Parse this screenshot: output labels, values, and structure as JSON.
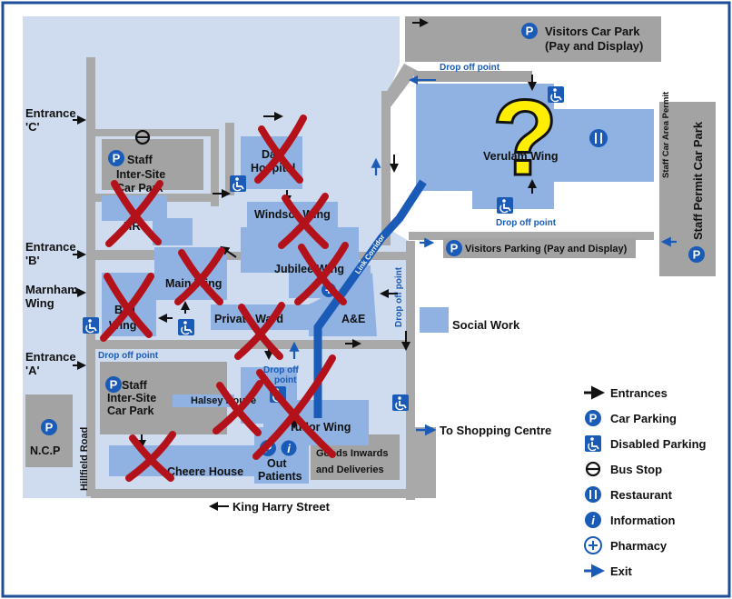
{
  "streets": {
    "hillfield": "Hillfield Road",
    "king_harry": "King Harry Street"
  },
  "entrances": {
    "c_line1": "Entrance",
    "c_line2": "'C'",
    "b_line1": "Entrance",
    "b_line2": "'B'",
    "a_line1": "Entrance",
    "a_line2": "'A'"
  },
  "buildings": {
    "staff_north_1": "Staff",
    "staff_north_2": "Inter-Site",
    "staff_north_3": "Car Park",
    "hr": "HR",
    "day_hosp_1": "Day",
    "day_hosp_2": "Hospital",
    "windsor": "Windsor Wing",
    "jubilee": "Jubilee Wing",
    "main_wing": "Main Wing",
    "marnham_1": "Marnham",
    "marnham_2": "Wing",
    "bell_1": "Bell",
    "bell_2": "Wing",
    "private_ward": "Private Ward",
    "ae": "A&E",
    "verulam": "Verulam Wing",
    "social_work": "Social Work",
    "staff_south_1": "Staff",
    "staff_south_2": "Inter-Site",
    "staff_south_3": "Car Park",
    "halsey": "Halsey House",
    "tudor": "Tudor Wing",
    "out_patients_1": "Out",
    "out_patients_2": "Patients",
    "goods_1": "Goods Inwards",
    "goods_2": "and Deliveries",
    "cheere": "Cheere House",
    "ncp": "N.C.P"
  },
  "parking": {
    "visitors_top_1": "Visitors Car Park",
    "visitors_top_2": "(Pay and Display)",
    "visitors_mid": "Visitors Parking (Pay and Display)",
    "staff_permit": "Staff Permit Car Park",
    "staff_permit_small": "Staff Car Area Permit"
  },
  "dropoffs": {
    "top": "Drop off point",
    "verulam": "Drop off point",
    "west": "Drop off point",
    "centre_1": "Drop off",
    "centre_2": "point",
    "ae_vertical": "Drop off point"
  },
  "corridor": "Link Corridor",
  "shopping": "To Shopping Centre",
  "overlay": {
    "question": "?",
    "cross": "X"
  },
  "icon_letters": {
    "parking": "P",
    "info": "i",
    "pharmacy": "+"
  },
  "legend": [
    {
      "icon": "black-arrow-icon",
      "label": "Entrances"
    },
    {
      "icon": "parking-icon",
      "label": "Car Parking"
    },
    {
      "icon": "disabled-parking-icon",
      "label": "Disabled Parking"
    },
    {
      "icon": "bus-stop-icon",
      "label": "Bus Stop"
    },
    {
      "icon": "restaurant-icon",
      "label": "Restaurant"
    },
    {
      "icon": "information-icon",
      "label": "Information"
    },
    {
      "icon": "pharmacy-icon",
      "label": "Pharmacy"
    },
    {
      "icon": "blue-arrow-icon",
      "label": "Exit"
    }
  ],
  "colors": {
    "building": "#8fb2e2",
    "road": "#a9a9a9",
    "accent_blue": "#1a5bb8",
    "cross_red": "#b3121a",
    "question_yellow": "#ffee00",
    "frame_blue": "#1c4e9a"
  }
}
